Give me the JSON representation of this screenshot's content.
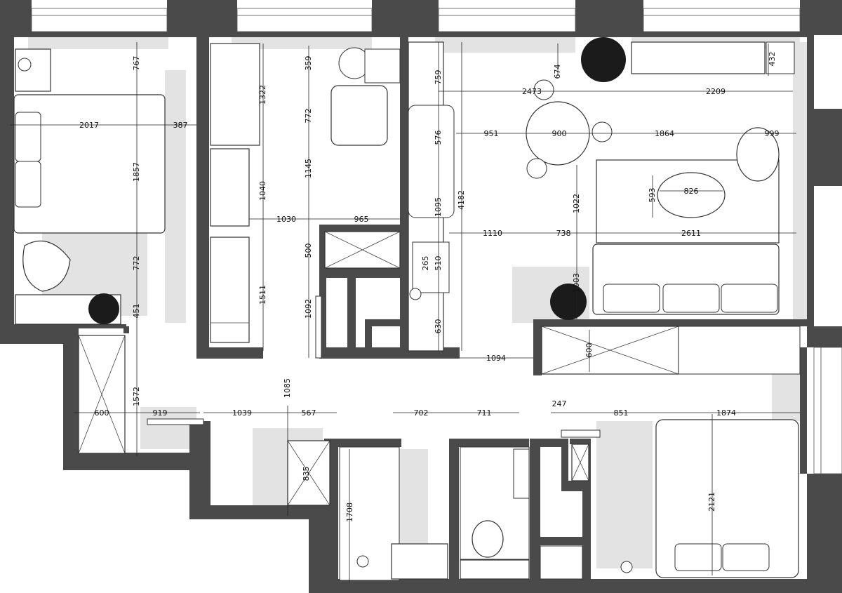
{
  "diagram": {
    "type": "floor-plan",
    "dimensions": [
      {
        "id": "d767",
        "text": "767"
      },
      {
        "id": "d2017",
        "text": "2017"
      },
      {
        "id": "d387",
        "text": "387"
      },
      {
        "id": "d1857",
        "text": "1857"
      },
      {
        "id": "d772a",
        "text": "772"
      },
      {
        "id": "d451",
        "text": "451"
      },
      {
        "id": "d1572",
        "text": "1572"
      },
      {
        "id": "d600a",
        "text": "600"
      },
      {
        "id": "d919",
        "text": "919"
      },
      {
        "id": "d1322",
        "text": "1322"
      },
      {
        "id": "d1040",
        "text": "1040"
      },
      {
        "id": "d1030",
        "text": "1030"
      },
      {
        "id": "d1511",
        "text": "1511"
      },
      {
        "id": "d359",
        "text": "359"
      },
      {
        "id": "d772b",
        "text": "772"
      },
      {
        "id": "d1145",
        "text": "1145"
      },
      {
        "id": "d965",
        "text": "965"
      },
      {
        "id": "d500",
        "text": "500"
      },
      {
        "id": "d1092",
        "text": "1092"
      },
      {
        "id": "d1085",
        "text": "1085"
      },
      {
        "id": "d1039",
        "text": "1039"
      },
      {
        "id": "d567",
        "text": "567"
      },
      {
        "id": "d835",
        "text": "835"
      },
      {
        "id": "d1708",
        "text": "1708"
      },
      {
        "id": "d702",
        "text": "702"
      },
      {
        "id": "d711",
        "text": "711"
      },
      {
        "id": "d759",
        "text": "759"
      },
      {
        "id": "d576",
        "text": "576"
      },
      {
        "id": "d1095",
        "text": "1095"
      },
      {
        "id": "d265",
        "text": "265"
      },
      {
        "id": "d510",
        "text": "510"
      },
      {
        "id": "d630",
        "text": "630"
      },
      {
        "id": "d4182",
        "text": "4182"
      },
      {
        "id": "d674",
        "text": "674"
      },
      {
        "id": "d2473",
        "text": "2473"
      },
      {
        "id": "d951",
        "text": "951"
      },
      {
        "id": "d900",
        "text": "900"
      },
      {
        "id": "d1864",
        "text": "1864"
      },
      {
        "id": "d999",
        "text": "999"
      },
      {
        "id": "d2209",
        "text": "2209"
      },
      {
        "id": "d432",
        "text": "432"
      },
      {
        "id": "d593",
        "text": "593"
      },
      {
        "id": "d826",
        "text": "826"
      },
      {
        "id": "d1022",
        "text": "1022"
      },
      {
        "id": "d1110",
        "text": "1110"
      },
      {
        "id": "d738",
        "text": "738"
      },
      {
        "id": "d2611",
        "text": "2611"
      },
      {
        "id": "d1003",
        "text": "1003"
      },
      {
        "id": "d1094",
        "text": "1094"
      },
      {
        "id": "d600b",
        "text": "600"
      },
      {
        "id": "d247",
        "text": "247"
      },
      {
        "id": "d851",
        "text": "851"
      },
      {
        "id": "d1874",
        "text": "1874"
      },
      {
        "id": "d2121",
        "text": "2121"
      }
    ]
  },
  "colors": {
    "wall": "#4a4a4a",
    "shadow": "#e3e3e3",
    "background": "#ffffff",
    "line": "#222222"
  }
}
